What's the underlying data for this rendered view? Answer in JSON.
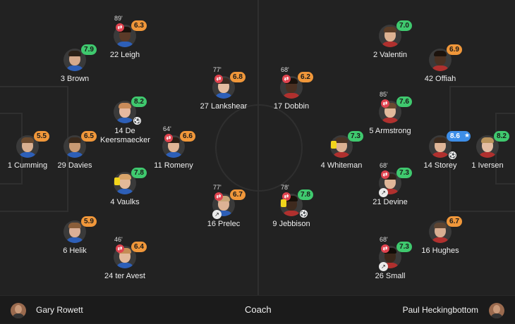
{
  "home": {
    "players": [
      {
        "id": "h1",
        "name": "1 Cumming",
        "rating": "5.5",
        "rating_color": "orange",
        "face": "#d9b091",
        "hair": "#6b4a2e",
        "shirt": "#2d5fb8"
      },
      {
        "id": "h2",
        "name": "29 Davies",
        "rating": "6.5",
        "rating_color": "orange",
        "face": "#c99a73",
        "hair": "#3a2a1c",
        "shirt": "#2d5fb8"
      },
      {
        "id": "h3",
        "name": "3 Brown",
        "rating": "7.9",
        "rating_color": "green",
        "face": "#d5a98b",
        "hair": "#2b2017",
        "shirt": "#2d5fb8"
      },
      {
        "id": "h4",
        "name": "22 Leigh",
        "rating": "6.3",
        "rating_color": "orange",
        "sub_minute": "89'",
        "sub_off": true,
        "face": "#5a3a28",
        "hair": "#1a120c",
        "shirt": "#2d5fb8"
      },
      {
        "id": "h5",
        "name": "14 De Keersmaecker",
        "rating": "8.2",
        "rating_color": "green",
        "goal": true,
        "face": "#e6b9a0",
        "hair": "#c98b5a",
        "shirt": "#2d5fb8"
      },
      {
        "id": "h6",
        "name": "11 Romeny",
        "rating": "6.6",
        "rating_color": "orange",
        "sub_minute": "64'",
        "sub_off": true,
        "face": "#e0b495",
        "hair": "#2a1d14",
        "shirt": "#2d5fb8"
      },
      {
        "id": "h7",
        "name": "4 Vaulks",
        "rating": "7.8",
        "rating_color": "green",
        "yellow_card": true,
        "face": "#e3b999",
        "hair": "#d8a46a",
        "shirt": "#2d5fb8"
      },
      {
        "id": "h8",
        "name": "6 Helik",
        "rating": "5.9",
        "rating_color": "orange",
        "face": "#dbb097",
        "hair": "#8a5e3a",
        "shirt": "#2d5fb8"
      },
      {
        "id": "h9",
        "name": "24 ter Avest",
        "rating": "6.4",
        "rating_color": "orange",
        "sub_minute": "46'",
        "sub_off": true,
        "face": "#e2b99a",
        "hair": "#c48d55",
        "shirt": "#2d5fb8"
      },
      {
        "id": "h10",
        "name": "27 Lankshear",
        "rating": "6.8",
        "rating_color": "orange",
        "sub_minute": "77'",
        "sub_off": true,
        "face": "#e3bca0",
        "hair": "#3a2a20",
        "shirt": "#2d5fb8"
      },
      {
        "id": "h11",
        "name": "16 Prelec",
        "rating": "6.7",
        "rating_color": "orange",
        "sub_minute": "77'",
        "sub_off": true,
        "assist": true,
        "face": "#dcb295",
        "hair": "#c7a577",
        "shirt": "#2d5fb8"
      }
    ],
    "coach": "Gary Rowett"
  },
  "away": {
    "players": [
      {
        "id": "a1",
        "name": "17 Dobbin",
        "rating": "6.2",
        "rating_color": "orange",
        "sub_minute": "68'",
        "sub_off": true,
        "face": "#4a3022",
        "hair": "#1a120c",
        "shirt": "#b0302e"
      },
      {
        "id": "a2",
        "name": "9 Jebbison",
        "rating": "7.8",
        "rating_color": "green",
        "sub_minute": "78'",
        "sub_off": true,
        "goal": true,
        "yellow_card": true,
        "face": "#3e2a1e",
        "hair": "#171009",
        "shirt": "#b0302e"
      },
      {
        "id": "a3",
        "name": "2 Valentin",
        "rating": "7.0",
        "rating_color": "green",
        "face": "#ddb292",
        "hair": "#5a3c26",
        "shirt": "#b0302e"
      },
      {
        "id": "a4",
        "name": "42 Offiah",
        "rating": "6.9",
        "rating_color": "orange",
        "face": "#4a3122",
        "hair": "#1c130d",
        "shirt": "#b0302e"
      },
      {
        "id": "a5",
        "name": "5 Armstrong",
        "rating": "7.6",
        "rating_color": "green",
        "sub_minute": "85'",
        "sub_off": true,
        "face": "#e2ba9c",
        "hair": "#6a4a30",
        "shirt": "#b0302e"
      },
      {
        "id": "a6",
        "name": "4 Whiteman",
        "rating": "7.3",
        "rating_color": "green",
        "yellow_card": true,
        "face": "#dcb192",
        "hair": "#4a3424",
        "shirt": "#b0302e"
      },
      {
        "id": "a7",
        "name": "21 Devine",
        "rating": "7.3",
        "rating_color": "green",
        "sub_minute": "68'",
        "sub_off": true,
        "assist": true,
        "face": "#e0b799",
        "hair": "#2e2018",
        "shirt": "#b0302e"
      },
      {
        "id": "a8",
        "name": "26 Small",
        "rating": "7.3",
        "rating_color": "green",
        "sub_minute": "68'",
        "sub_off": true,
        "assist": true,
        "face": "#3a271b",
        "hair": "#120c08",
        "shirt": "#b0302e"
      },
      {
        "id": "a9",
        "name": "14 Storey",
        "rating": "8.6",
        "rating_color": "blue",
        "star": true,
        "goal": true,
        "face": "#dfb597",
        "hair": "#3a2a1e",
        "shirt": "#b0302e"
      },
      {
        "id": "a10",
        "name": "16 Hughes",
        "rating": "6.7",
        "rating_color": "orange",
        "face": "#d8ae92",
        "hair": "#5c4432",
        "shirt": "#b0302e"
      },
      {
        "id": "a11",
        "name": "1 Iversen",
        "rating": "8.2",
        "rating_color": "green",
        "face": "#e3bda3",
        "hair": "#b9935c",
        "shirt": "#b0302e"
      }
    ],
    "coach": "Paul Heckingbottom"
  },
  "footer": {
    "center_label": "Coach"
  },
  "icons": {
    "sub": "substitution-off-icon",
    "goal": "football-icon",
    "assist": "boot-icon",
    "card": "yellow-card-icon",
    "star": "star-icon"
  },
  "colors": {
    "green": "#3fc96e",
    "orange": "#f0973a",
    "blue": "#3d8ee8",
    "sub": "#e0434f",
    "card": "#f2d51b"
  }
}
